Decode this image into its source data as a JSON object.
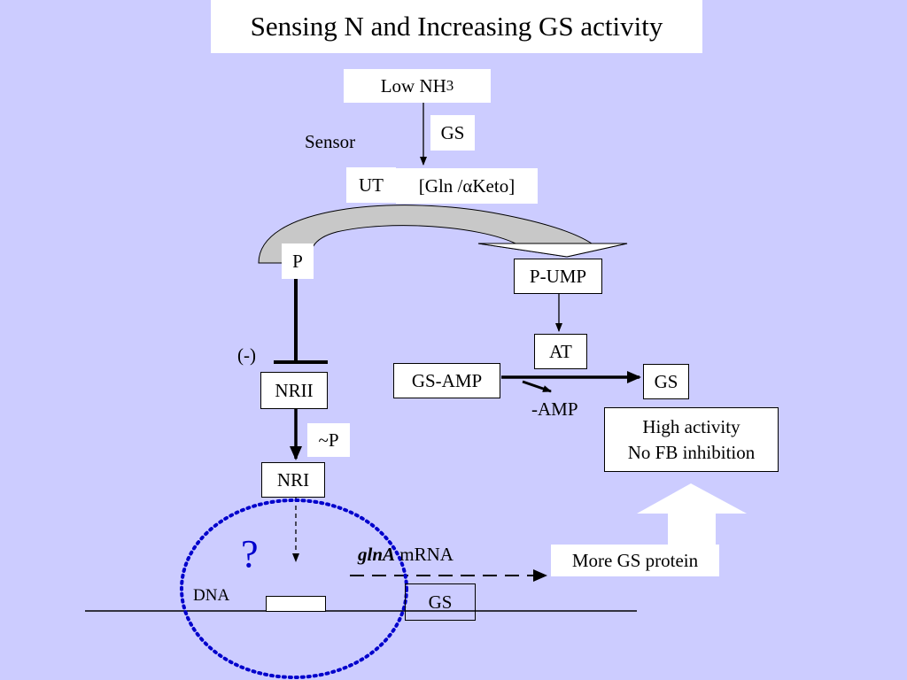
{
  "title": "Sensing N and Increasing GS activity",
  "nodes": {
    "low_nh3": {
      "text": "Low NH",
      "sub": "3"
    },
    "gs_top": "GS",
    "sensor": "Sensor",
    "ut": "UT",
    "gln_keto": {
      "pre": "[Gln / ",
      "alpha": "α",
      "post": "Keto]"
    },
    "p": "P",
    "p_ump": "P-UMP",
    "at": "AT",
    "inhibit": "(-)",
    "nrii": "NRII",
    "gs_amp": "GS-AMP",
    "gs_right": "GS",
    "amp": "-AMP",
    "high_activity": [
      "High activity",
      "No FB inhibition"
    ],
    "phospho": "~P",
    "nri": "NRI",
    "question": "?",
    "glna": "glnA",
    "mrna": " mRNA",
    "more_gs": "More GS protein",
    "dna": "DNA",
    "gs_gene": "GS"
  },
  "colors": {
    "background": "#ccccff",
    "question": "#0000cc",
    "dotted_circle": "#0000cc",
    "curved_arrow": "#c8c8c8"
  }
}
